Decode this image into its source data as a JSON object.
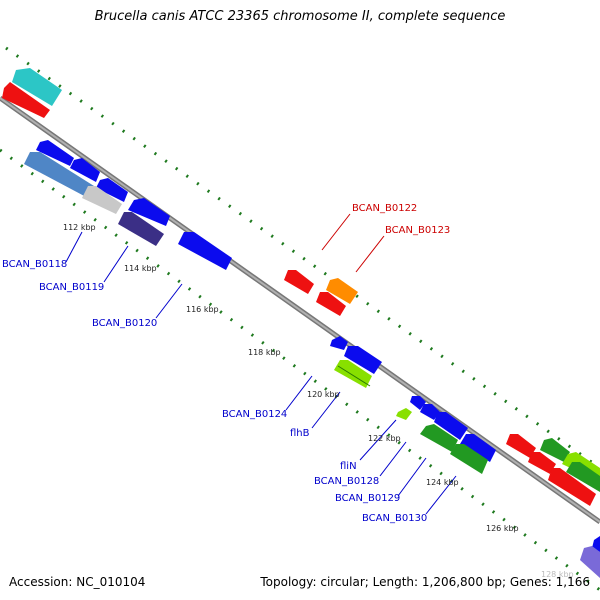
{
  "title": "Brucella canis ATCC 23365 chromosome II, complete sequence",
  "accession": "Accession: NC_010104",
  "summary": "Topology: circular; Length: 1,206,800 bp; Genes: 1,166",
  "colors": {
    "backbone": "#8c8c8c",
    "tick_dots": "#1f7a1f",
    "gene_label_blue": "#0000cc",
    "gene_label_red": "#cc0000",
    "red_gene": "#ee1111",
    "blue_gene": "#0b0bee",
    "steelblue_gene": "#4f86c6",
    "grey_gene": "#c8c8c8",
    "navy_gene": "#3b2f86",
    "cyan_gene": "#2cc6c6",
    "orange_gene": "#ff8c00",
    "lightgreen_gene": "#88e000",
    "darkgreen_gene": "#229922",
    "violet_gene": "#7a6ad8"
  },
  "kbp_ticks": [
    "112 kbp",
    "114 kbp",
    "116 kbp",
    "118 kbp",
    "120 kbp",
    "122 kbp",
    "124 kbp",
    "126 kbp",
    "128 kbp"
  ],
  "gene_labels": {
    "BCAN_B0118": "BCAN_B0118",
    "BCAN_B0119": "BCAN_B0119",
    "BCAN_B0120": "BCAN_B0120",
    "BCAN_B0122": "BCAN_B0122",
    "BCAN_B0123": "BCAN_B0123",
    "BCAN_B0124": "BCAN_B0124",
    "flhB": "flhB",
    "fliN": "fliN",
    "BCAN_B0128": "BCAN_B0128",
    "BCAN_B0129": "BCAN_B0129",
    "BCAN_B0130": "BCAN_B0130"
  }
}
